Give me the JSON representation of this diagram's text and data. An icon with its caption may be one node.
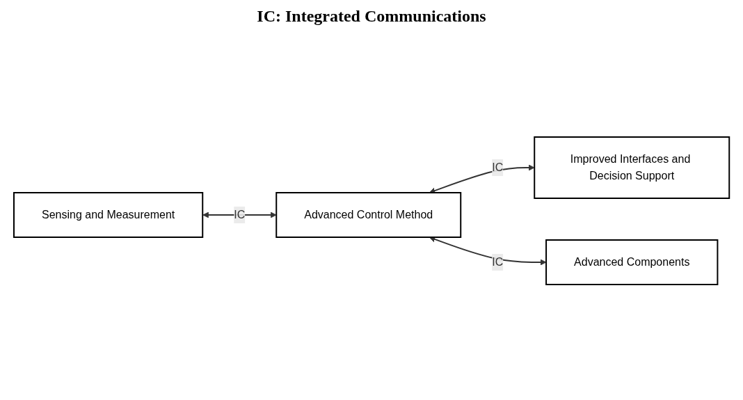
{
  "diagram": {
    "title": "IC: Integrated Communications",
    "nodes": [
      {
        "text": [
          "Sensing and Measurement"
        ]
      },
      {
        "text": [
          "Advanced Control Method"
        ]
      },
      {
        "text": [
          "Improved Interfaces and Decision Support"
        ]
      },
      {
        "text": [
          "Advanced Components"
        ]
      }
    ],
    "edges": [
      {
        "from": 0,
        "to": 1,
        "arrow": "both",
        "label": "IC"
      },
      {
        "from": 1,
        "to": 2,
        "arrow": "both",
        "label": "IC"
      },
      {
        "from": 1,
        "to": 3,
        "arrow": "both",
        "label": "IC"
      }
    ]
  }
}
